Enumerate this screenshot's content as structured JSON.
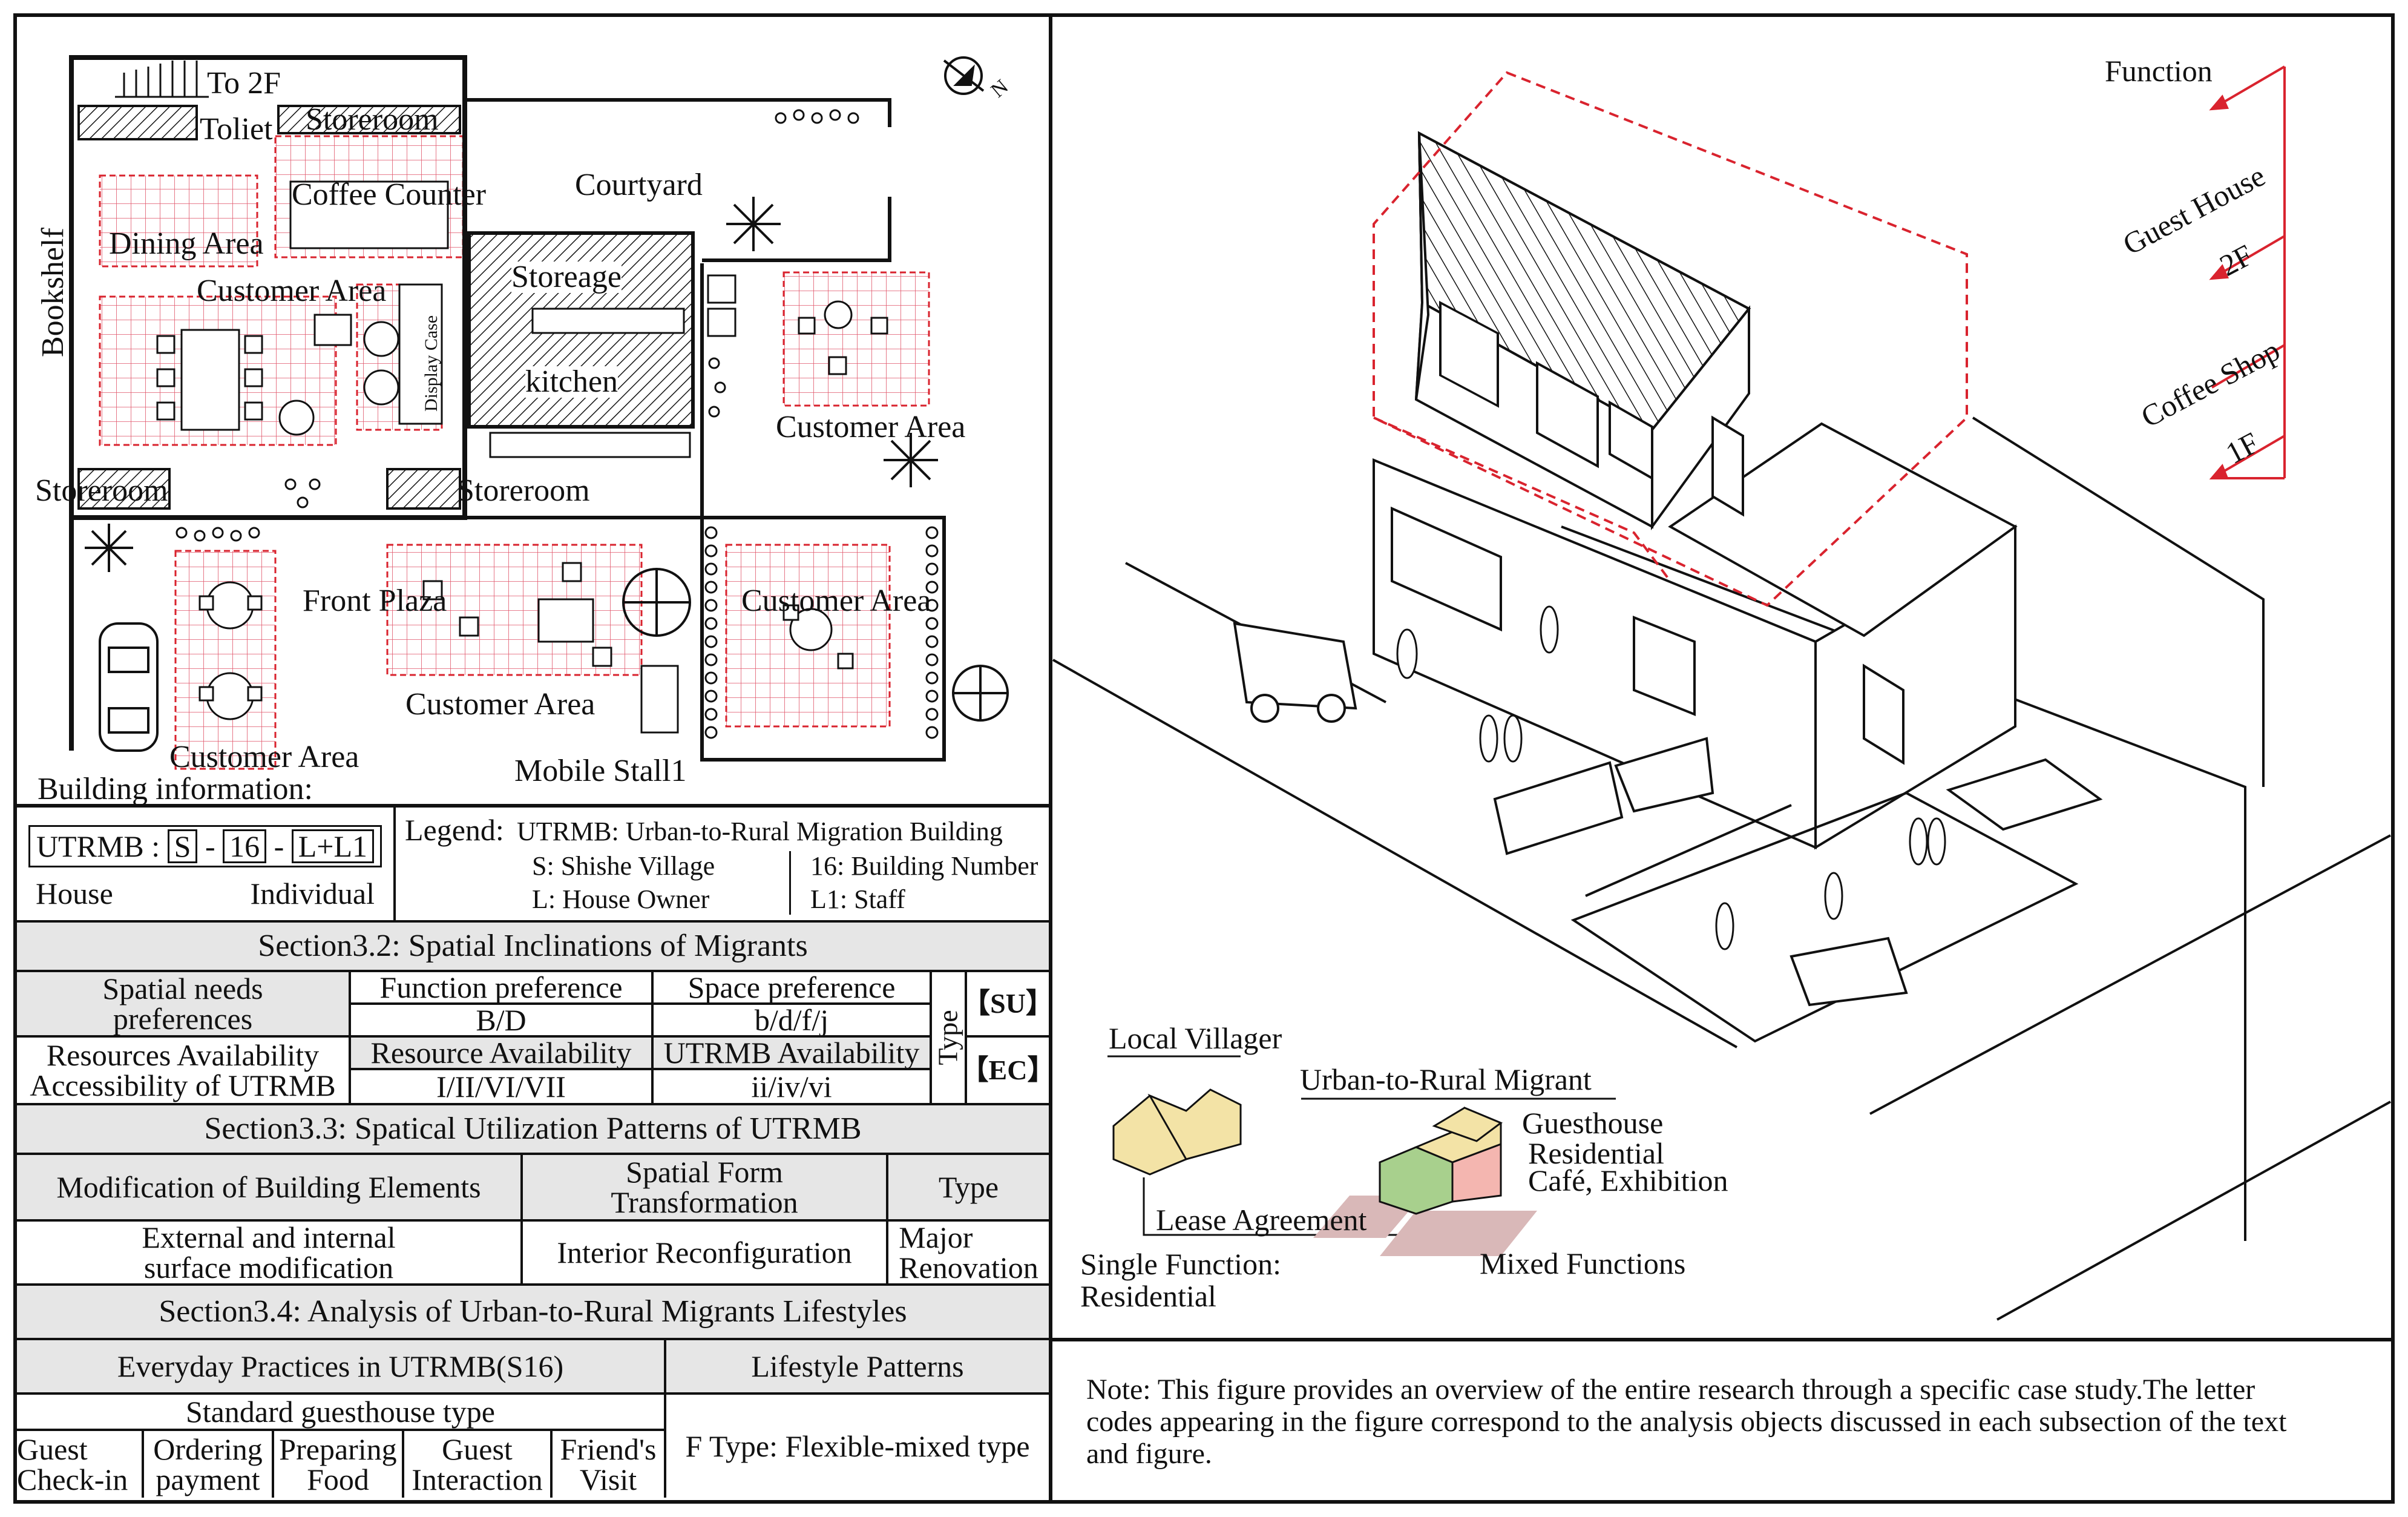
{
  "plan": {
    "labels": {
      "to_2f": "To 2F",
      "toilet": "Toliet",
      "storeroom_top": "Storeroom",
      "coffee_counter": "Coffee Counter",
      "courtyard": "Courtyard",
      "dining_area": "Dining Area",
      "bookshelf": "Bookshelf",
      "customer_area_inner": "Customer Area",
      "display_case": "Display Case",
      "storeage": "Storeage",
      "kitchen": "kitchen",
      "customer_area_right": "Customer Area",
      "storeroom_left": "Storeroom",
      "storeroom_mid": "Storeroom",
      "front_plaza": "Front Plaza",
      "customer_area_courtyard": "Customer Area",
      "customer_area_plaza": "Customer Area",
      "customer_area_bottom_left": "Customer Area",
      "mobile_stall": "Mobile Stall1",
      "building_information": "Building information:",
      "north": "N"
    }
  },
  "info": {
    "code_prefix": "UTRMB :",
    "code_s": "S",
    "code_dash1": "-",
    "code_16": "16",
    "code_dash2": "-",
    "code_l": "L+L1",
    "house": "House",
    "individual": "Individual",
    "legend_title": "Legend:",
    "legend_utrmb": "UTRMB: Urban-to-Rural Migration Building",
    "legend_s": "S:   Shishe Village",
    "legend_16": "16: Building Number",
    "legend_l": "L:  House Owner",
    "legend_l1": "L1: Staff"
  },
  "section32": {
    "title": "Section3.2: Spatial Inclinations of Migrants",
    "spatial_needs": "Spatial needs preferences",
    "function_pref": "Function preference",
    "space_pref": "Space preference",
    "function_val": "B/D",
    "space_val": "b/d/f/j",
    "resources": "Resources Availability Accessibility of UTRMB",
    "resource_avail": "Resource Availability",
    "utrmb_avail": "UTRMB Availability",
    "resource_val": "I/II/VI/VII",
    "utrmb_val": "ii/iv/vi",
    "type": "Type",
    "su": "【SU】",
    "ec": "【EC】"
  },
  "section33": {
    "title": "Section3.3: Spatical Utilization Patterns of  UTRMB",
    "col1": "Modification of Building Elements",
    "col2": "Spatial Form Transformation",
    "col3": "Type",
    "val1": "External and internal surface modification",
    "val2": "Interior Reconfiguration",
    "val3": "Major Renovation"
  },
  "section34": {
    "title": "Section3.4: Analysis of Urban-to-Rural Migrants Lifestyles",
    "everyday": "Everyday Practices  in UTRMB(S16)",
    "lifestyle": "Lifestyle Patterns",
    "standard": "Standard guesthouse type",
    "practices": [
      "Guest Check-in",
      "Ordering payment",
      "Preparing Food",
      "Guest Interaction",
      "Friend's Visit"
    ],
    "lifestyle_val": "F Type: Flexible-mixed type"
  },
  "axon": {
    "function": "Function",
    "guest_house": "Guest House",
    "floor_2f": "2F",
    "coffee_shop": "Coffee Shop",
    "floor_1f": "1F"
  },
  "transform": {
    "local_villager": "Local Villager",
    "urban_rural_migrant": "Urban-to-Rural Migrant",
    "guesthouse": "Guesthouse",
    "residential": "Residential",
    "cafe_exhibition": "Café, Exhibition",
    "lease_agreement": "Lease Agreement",
    "single_function": "Single Function: Residential",
    "mixed_functions": "Mixed Functions"
  },
  "note": "Note: This figure provides an overview of the entire research through a specific case study.The letter codes appearing in the figure correspond to the analysis objects discussed in each subsection of the text and figure.",
  "colors": {
    "accent_red": "#d9232e",
    "yellow": "#f3e3a6",
    "green": "#a8d08d",
    "pink": "#f4b6b0",
    "mauve": "#d9b8b8",
    "grey_fill": "#e6e6e6"
  }
}
